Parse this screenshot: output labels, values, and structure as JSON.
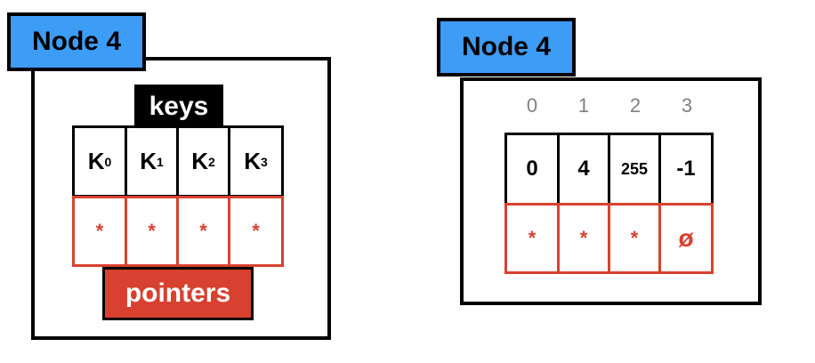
{
  "colors": {
    "tab_fill": "#3d9cf5",
    "keys_label_fill": "#000000",
    "pointers_fill": "#d8412f",
    "pointer_border": "#d8412f"
  },
  "left_node": {
    "title": "Node 4",
    "keys_label": "keys",
    "pointers_label": "pointers",
    "keys": [
      {
        "base": "K",
        "sub": "0"
      },
      {
        "base": "K",
        "sub": "1"
      },
      {
        "base": "K",
        "sub": "2"
      },
      {
        "base": "K",
        "sub": "3"
      }
    ],
    "pointers": [
      "*",
      "*",
      "*",
      "*"
    ]
  },
  "right_node": {
    "title": "Node 4",
    "indices": [
      "0",
      "1",
      "2",
      "3"
    ],
    "keys": [
      "0",
      "4",
      "255",
      "-1"
    ],
    "pointers": [
      "*",
      "*",
      "*",
      "ø"
    ]
  }
}
